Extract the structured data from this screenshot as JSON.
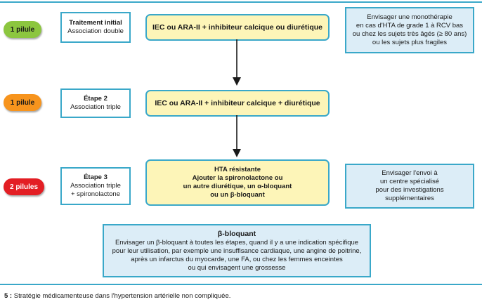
{
  "colors": {
    "rule": "#3aa8c9",
    "pill_green": "#8cc63f",
    "pill_orange": "#f7941d",
    "pill_red": "#e31e24",
    "yellow_fill": "#fdf5b8",
    "blue_fill": "#dcedf7"
  },
  "rows": [
    {
      "pill": "1 pilule",
      "step_title": "Traitement initial",
      "step_lines": [
        "Association double"
      ],
      "main_lines": [
        "IEC ou ARA-II + inhibiteur calcique ou diurétique"
      ]
    },
    {
      "pill": "1 pilule",
      "step_title": "Étape 2",
      "step_lines": [
        "Association triple"
      ],
      "main_lines": [
        "IEC ou ARA-II + inhibiteur calcique + diurétique"
      ]
    },
    {
      "pill": "2 pilules",
      "step_title": "Étape 3",
      "step_lines": [
        "Association triple",
        "+ spironolactone"
      ],
      "main_lines": [
        "HTA résistante",
        "Ajouter la spironolactone ou",
        "un autre diurétique, un α-bloquant",
        "ou un β-bloquant"
      ]
    }
  ],
  "side_notes": [
    [
      "Envisager une monothérapie",
      "en cas d'HTA de grade 1 à RCV bas",
      "ou chez les sujets très âgés (≥ 80 ans)",
      "ou les sujets plus fragiles"
    ],
    [
      "Envisager l'envoi à",
      "un centre spécialisé",
      "pour des investigations",
      "supplémentaires"
    ]
  ],
  "bottom_note": {
    "title": "β-bloquant",
    "lines": [
      "Envisager un β-bloquant à toutes les étapes, quand il y a une indication spécifique",
      "pour leur utilisation, par exemple une insuffisance cardiaque, une angine de poitrine,",
      "après un infarctus du myocarde, une FA, ou chez les femmes enceintes",
      "ou qui envisagent une grossesse"
    ]
  },
  "caption": {
    "number": "5 :",
    "text": "Stratégie médicamenteuse dans l'hypertension artérielle non compliquée."
  }
}
